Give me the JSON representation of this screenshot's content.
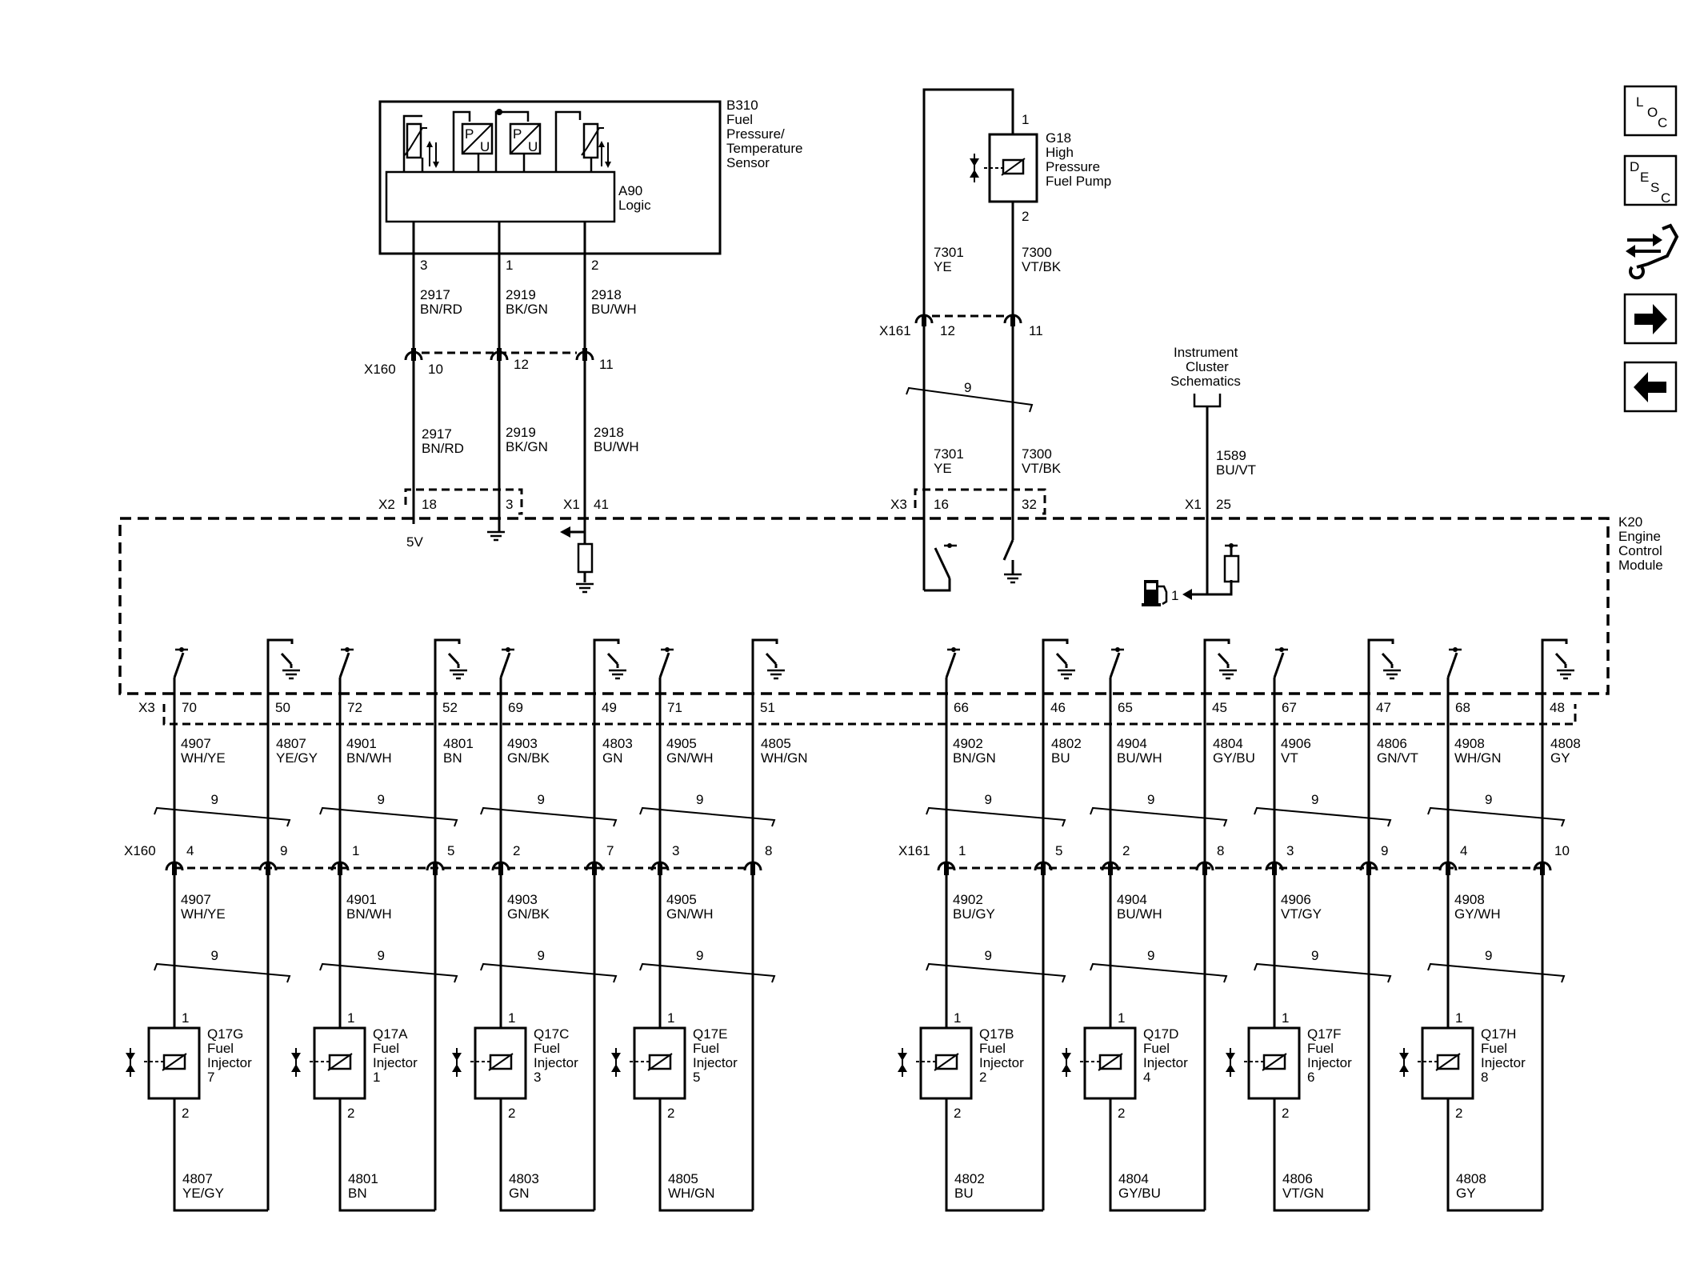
{
  "sensor": {
    "name": "B310",
    "desc": [
      "Fuel",
      "Pressure/",
      "Temperature",
      "Sensor"
    ],
    "logic": [
      "A90",
      "Logic"
    ],
    "pu": [
      "P",
      "U"
    ],
    "wires": [
      {
        "pin": "3",
        "ckt_top": "2917",
        "color_top": "BN/RD",
        "conn_pin": "10",
        "ckt_bot": "2917",
        "color_bot": "BN/RD",
        "ecm_conn": "X2",
        "ecm_pin": "18"
      },
      {
        "pin": "1",
        "ckt_top": "2919",
        "color_top": "BK/GN",
        "conn_pin": "12",
        "ckt_bot": "2919",
        "color_bot": "BK/GN",
        "ecm_pin": "3"
      },
      {
        "pin": "2",
        "ckt_top": "2918",
        "color_top": "BU/WH",
        "conn_pin": "11",
        "ckt_bot": "2918",
        "color_bot": "BU/WH",
        "ecm_conn": "X1",
        "ecm_pin": "41"
      }
    ],
    "connector": "X160",
    "supply": "5V"
  },
  "pump": {
    "name": "G18",
    "desc": [
      "High",
      "Pressure",
      "Fuel Pump"
    ],
    "pin_top": "1",
    "pin_bot": "2",
    "wires": [
      {
        "ckt": "7301",
        "color": "YE",
        "conn_pin": "12",
        "ckt_bot": "7301",
        "color_bot": "YE",
        "ecm_conn": "X3",
        "ecm_pin": "16"
      },
      {
        "ckt": "7300",
        "color": "VT/BK",
        "conn_pin": "11",
        "ckt_bot": "7300",
        "color_bot": "VT/BK",
        "ecm_pin": "32"
      }
    ],
    "connector": "X161",
    "twist": "9"
  },
  "cluster": {
    "label": [
      "Instrument",
      "Cluster",
      "Schematics"
    ],
    "ckt": "1589",
    "color": "BU/VT",
    "ecm_conn": "X1",
    "ecm_pin": "25",
    "lamp_num": "1"
  },
  "ecm": {
    "name": "K20",
    "desc": [
      "Engine",
      "Control",
      "Module"
    ],
    "connector": "X3"
  },
  "twist_label": "9",
  "connector_left": "X160",
  "connector_right": "X161",
  "injectors": [
    {
      "name": "Q17G",
      "num": "7",
      "pin_hi": "70",
      "ckt_hi": "4907",
      "color_hi": "WH/YE",
      "pin_lo": "50",
      "ckt_lo": "4807",
      "color_lo": "YE/GY",
      "x_hi": "4",
      "x_lo": "9",
      "ckt_hi2": "4907",
      "color_hi2": "WH/YE",
      "ckt_lo2": "4807",
      "color_lo2": "YE/GY"
    },
    {
      "name": "Q17A",
      "num": "1",
      "pin_hi": "72",
      "ckt_hi": "4901",
      "color_hi": "BN/WH",
      "pin_lo": "52",
      "ckt_lo": "4801",
      "color_lo": "BN",
      "x_hi": "1",
      "x_lo": "5",
      "ckt_hi2": "4901",
      "color_hi2": "BN/WH",
      "ckt_lo2": "4801",
      "color_lo2": "BN"
    },
    {
      "name": "Q17C",
      "num": "3",
      "pin_hi": "69",
      "ckt_hi": "4903",
      "color_hi": "GN/BK",
      "pin_lo": "49",
      "ckt_lo": "4803",
      "color_lo": "GN",
      "x_hi": "2",
      "x_lo": "7",
      "ckt_hi2": "4903",
      "color_hi2": "GN/BK",
      "ckt_lo2": "4803",
      "color_lo2": "GN"
    },
    {
      "name": "Q17E",
      "num": "5",
      "pin_hi": "71",
      "ckt_hi": "4905",
      "color_hi": "GN/WH",
      "pin_lo": "51",
      "ckt_lo": "4805",
      "color_lo": "WH/GN",
      "x_hi": "3",
      "x_lo": "8",
      "ckt_hi2": "4905",
      "color_hi2": "GN/WH",
      "ckt_lo2": "4805",
      "color_lo2": "WH/GN"
    },
    {
      "name": "Q17B",
      "num": "2",
      "pin_hi": "66",
      "ckt_hi": "4902",
      "color_hi": "BN/GN",
      "pin_lo": "46",
      "ckt_lo": "4802",
      "color_lo": "BU",
      "x_hi": "1",
      "x_lo": "5",
      "ckt_hi2": "4902",
      "color_hi2": "BU/GY",
      "ckt_lo2": "4802",
      "color_lo2": "BU"
    },
    {
      "name": "Q17D",
      "num": "4",
      "pin_hi": "65",
      "ckt_hi": "4904",
      "color_hi": "BU/WH",
      "pin_lo": "45",
      "ckt_lo": "4804",
      "color_lo": "GY/BU",
      "x_hi": "2",
      "x_lo": "8",
      "ckt_hi2": "4904",
      "color_hi2": "BU/WH",
      "ckt_lo2": "4804",
      "color_lo2": "GY/BU"
    },
    {
      "name": "Q17F",
      "num": "6",
      "pin_hi": "67",
      "ckt_hi": "4906",
      "color_hi": "VT",
      "pin_lo": "47",
      "ckt_lo": "4806",
      "color_lo": "GN/VT",
      "x_hi": "3",
      "x_lo": "9",
      "ckt_hi2": "4906",
      "color_hi2": "VT/GY",
      "ckt_lo2": "4806",
      "color_lo2": "VT/GN"
    },
    {
      "name": "Q17H",
      "num": "8",
      "pin_hi": "68",
      "ckt_hi": "4908",
      "color_hi": "WH/GN",
      "pin_lo": "48",
      "ckt_lo": "4808",
      "color_lo": "GY",
      "x_hi": "4",
      "x_lo": "10",
      "ckt_hi2": "4908",
      "color_hi2": "GY/WH",
      "ckt_lo2": "4808",
      "color_lo2": "GY"
    }
  ],
  "injector_words": [
    "Fuel",
    "Injector"
  ],
  "injector_pins": [
    "1",
    "2"
  ],
  "nav": {
    "loc": [
      "L",
      "O",
      "C"
    ],
    "desc": [
      "D",
      "E",
      "S",
      "C"
    ]
  }
}
